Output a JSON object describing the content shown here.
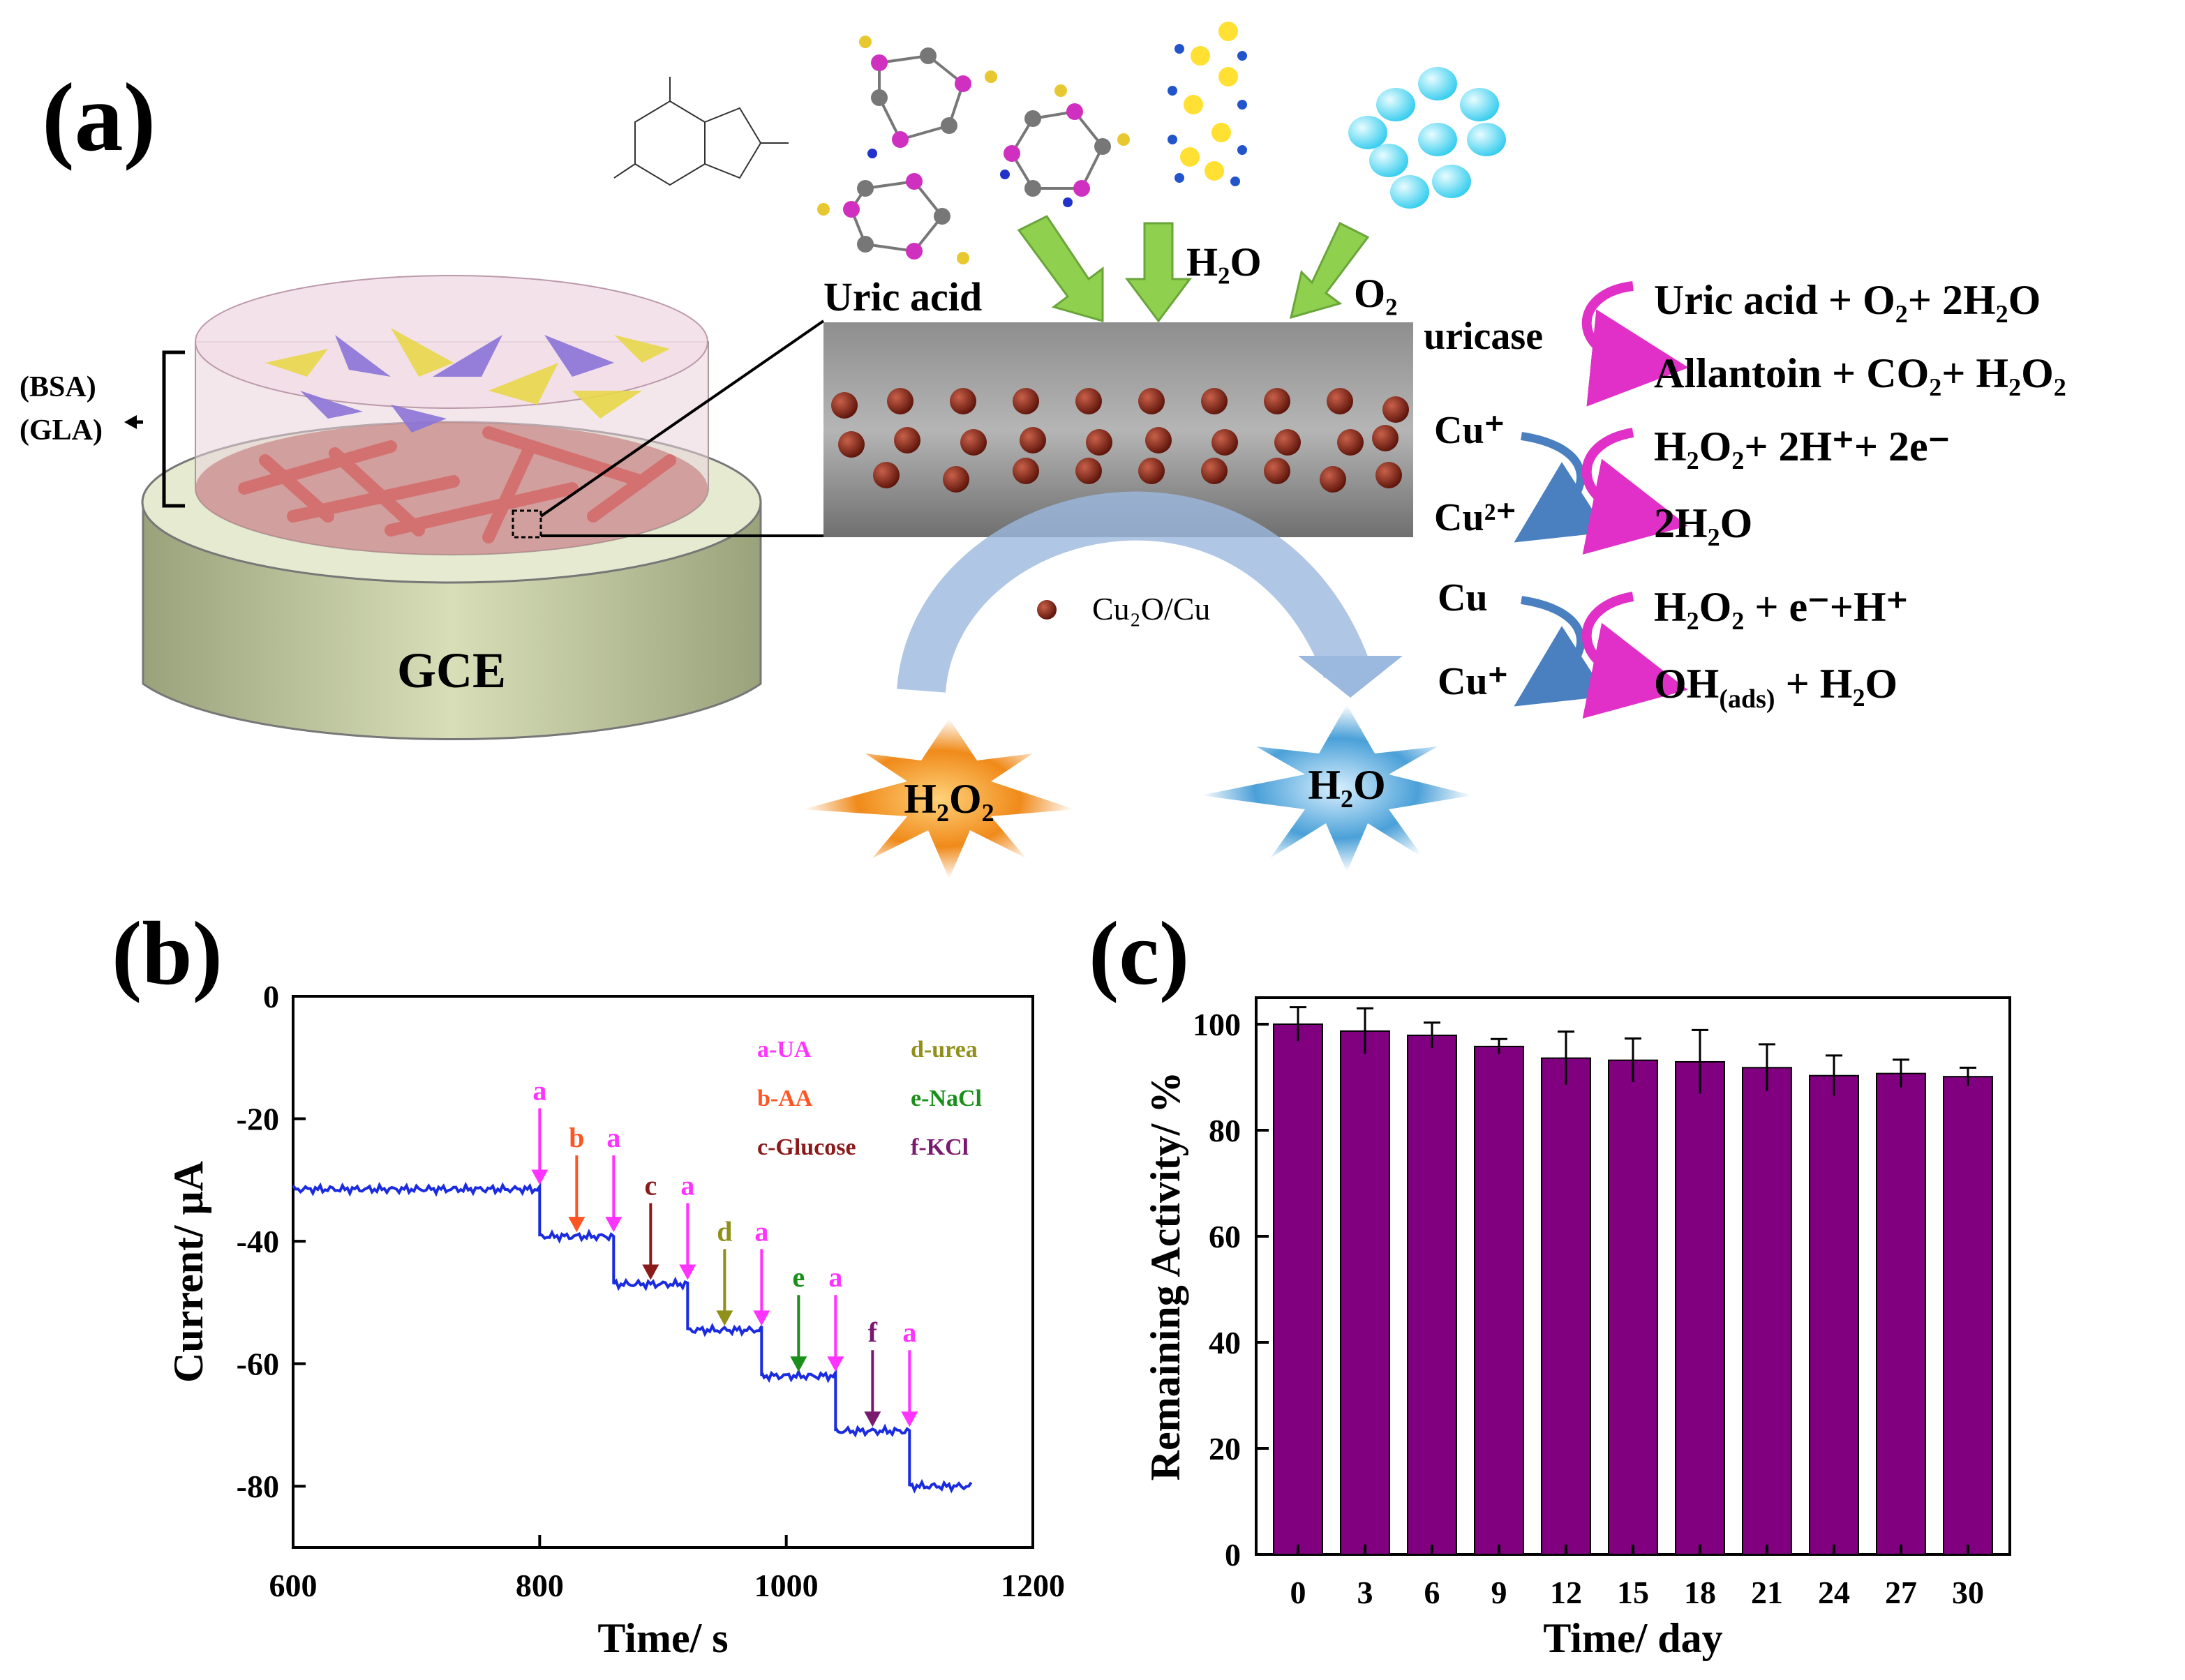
{
  "figure": {
    "panel_a": {
      "label": "(a)",
      "film_label_1": "(BSA)",
      "film_label_2": "(GLA)",
      "electrode_label": "GCE",
      "uric_acid_label": "Uric acid",
      "water_label": "H₂O",
      "oxygen_label": "O₂",
      "particle_legend": "Cu₂O/Cu",
      "product_h2o2": "H₂O₂",
      "product_h2o": "H₂O",
      "reactions": {
        "enzyme": "uricase",
        "r1_top": "Uric acid + O₂+ 2H₂O",
        "r1_bottom": "Allantoin + CO₂+ H₂O₂",
        "r2_left_top": "Cu⁺",
        "r2_left_bottom": "Cu²⁺",
        "r2_top": "H₂O₂+ 2H⁺+ 2e⁻",
        "r2_bottom": "2H₂O",
        "r3_left_top": "Cu",
        "r3_left_bottom": "Cu⁺",
        "r3_top": "H₂O₂ + e⁻+H⁺",
        "r3_bottom_main": "OH",
        "r3_bottom_sub": "(ads)",
        "r3_bottom_rest": " + H₂O"
      },
      "colors": {
        "magenta": "#e030c8",
        "arrow_blue": "#5b8ec8",
        "green_arrow": "#8fd14f",
        "electrode": "#c6cfa4",
        "particle": "#8b2a1a"
      }
    },
    "panel_b": {
      "label": "(b)"
    },
    "panel_c": {
      "label": "(c)"
    }
  },
  "chart_data": [
    {
      "type": "line",
      "xlabel": "Time/ s",
      "ylabel": "Current/ μA",
      "xlim": [
        600,
        1200
      ],
      "ylim": [
        -90,
        0
      ],
      "xticks": [
        600,
        800,
        1000,
        1200
      ],
      "yticks": [
        0,
        -20,
        -40,
        -60,
        -80
      ],
      "series": [
        {
          "color": "#1a2be0",
          "steps": [
            {
              "t_start": 600,
              "t_end": 800,
              "y": -31.5
            },
            {
              "t_start": 800,
              "t_end": 860,
              "y": -39.2
            },
            {
              "t_start": 860,
              "t_end": 920,
              "y": -47.0
            },
            {
              "t_start": 920,
              "t_end": 980,
              "y": -54.5
            },
            {
              "t_start": 980,
              "t_end": 1040,
              "y": -62.0
            },
            {
              "t_start": 1040,
              "t_end": 1100,
              "y": -71.0
            },
            {
              "t_start": 1100,
              "t_end": 1150,
              "y": -80.0
            }
          ]
        }
      ],
      "annotations": [
        {
          "letter": "a",
          "x": 800,
          "color": "#ff33ff"
        },
        {
          "letter": "b",
          "x": 830,
          "color": "#ff5522"
        },
        {
          "letter": "a",
          "x": 860,
          "color": "#ff33ff"
        },
        {
          "letter": "c",
          "x": 890,
          "color": "#8b1a1a"
        },
        {
          "letter": "a",
          "x": 920,
          "color": "#ff33ff"
        },
        {
          "letter": "d",
          "x": 950,
          "color": "#8f8f1a"
        },
        {
          "letter": "a",
          "x": 980,
          "color": "#ff33ff"
        },
        {
          "letter": "e",
          "x": 1010,
          "color": "#1a8f1a"
        },
        {
          "letter": "a",
          "x": 1040,
          "color": "#ff33ff"
        },
        {
          "letter": "f",
          "x": 1070,
          "color": "#7a1a6e"
        },
        {
          "letter": "a",
          "x": 1100,
          "color": "#ff33ff"
        }
      ],
      "legend": [
        {
          "text": "a-UA",
          "color": "#ff33ff"
        },
        {
          "text": "d-urea",
          "color": "#8f8f1a"
        },
        {
          "text": "b-AA",
          "color": "#ff5522"
        },
        {
          "text": "e-NaCl",
          "color": "#1a8f1a"
        },
        {
          "text": "c-Glucose",
          "color": "#8b1a1a"
        },
        {
          "text": "f-KCl",
          "color": "#7a1a6e"
        }
      ],
      "legend_position": "top-right"
    },
    {
      "type": "bar",
      "xlabel": "Time/ day",
      "ylabel": "Remaining Activity/ %",
      "ylim": [
        0,
        105
      ],
      "yticks": [
        0,
        20,
        40,
        60,
        80,
        100
      ],
      "categories": [
        "0",
        "3",
        "6",
        "9",
        "12",
        "15",
        "18",
        "21",
        "24",
        "27",
        "30"
      ],
      "values": [
        100,
        98.7,
        97.9,
        95.8,
        93.6,
        93.2,
        92.9,
        91.8,
        90.3,
        90.7,
        90.1
      ],
      "errors": [
        3.2,
        4.3,
        2.4,
        1.4,
        5.0,
        4.1,
        6.0,
        4.4,
        3.8,
        2.6,
        1.7
      ],
      "bar_color": "#800080"
    }
  ]
}
